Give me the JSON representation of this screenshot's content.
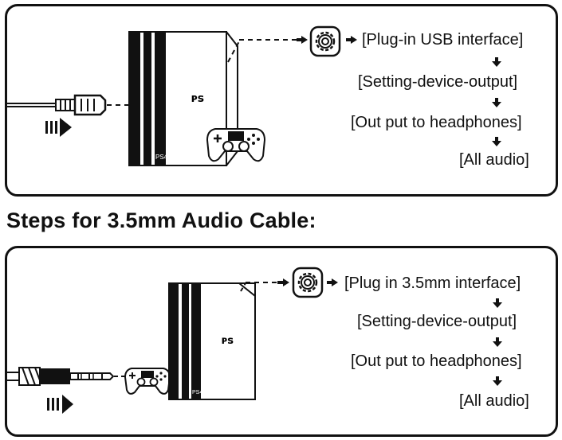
{
  "usb_panel": {
    "steps": [
      "[Plug-in USB interface]",
      "[Setting-device-output]",
      "[Out put to headphones]",
      "[All audio]"
    ],
    "console_label": "PS4"
  },
  "section_heading": "Steps for 3.5mm Audio Cable:",
  "aux_panel": {
    "steps": [
      "[Plug in 3.5mm interface]",
      "[Setting-device-output]",
      "[Out put to headphones]",
      "[All audio]"
    ],
    "console_label": "PS4"
  },
  "icons": [
    "settings-gear-icon",
    "arrow-right-icon",
    "arrow-down-icon",
    "usb-plug-icon",
    "audio-jack-icon",
    "insert-arrow-icon",
    "playstation-logo-icon",
    "gamepad-icon"
  ]
}
